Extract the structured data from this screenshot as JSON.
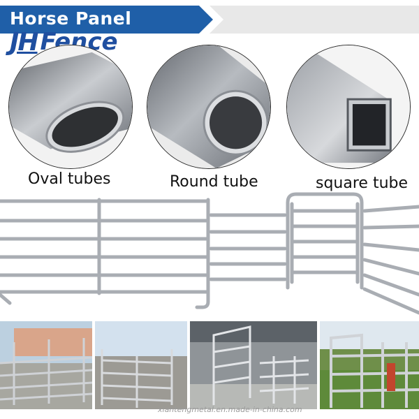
{
  "banner": {
    "title": "Horse Panel",
    "logo_mark": "JH",
    "logo_word": "Fence"
  },
  "tubes": [
    {
      "label": "Oval tubes",
      "shape": "oval"
    },
    {
      "label": "Round tube",
      "shape": "round"
    },
    {
      "label": "square tube",
      "shape": "square"
    }
  ],
  "watermark": "xiantengmetal.en.made-in-china.com",
  "colors": {
    "banner_blue": "#1f5fa8",
    "logo_blue": "#1f4fa0",
    "steel": "#b8bcc2",
    "steel_dark": "#7d828a"
  }
}
